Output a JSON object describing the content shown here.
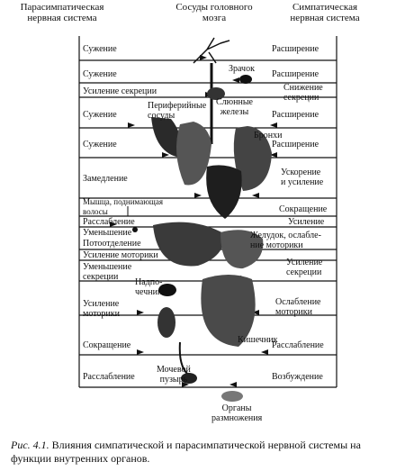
{
  "headers": {
    "left": "Парасимпатическая\nнервная система",
    "center": "Сосуды головного\nмозга",
    "right": "Симпатическая\nнервная система"
  },
  "left_labels": [
    "Сужение",
    "Сужение",
    "Усиление секреции",
    "Сужение",
    "Сужение",
    "Замедление",
    "Мышца, поднимающая\nволосы",
    "Расслабление",
    "Уменьшение",
    "Потоотделение",
    "Усиление моторики",
    "Уменьшение\nсекреции",
    "Усиление\nмоторики",
    "Сокращение",
    "Расслабление"
  ],
  "right_labels": [
    "Расширение",
    "Расширение",
    "Снижение\nсекреции",
    "Расширение",
    "Расширение",
    "Ускорение\nи усиление",
    "Сокращение",
    "Усиление",
    "Желудок, ослабле-\nние моторики",
    "Усиление\nсекреции",
    "Ослабление\nмоторики",
    "Расслабление",
    "Возбуждение"
  ],
  "organ_labels": [
    "Зрачок",
    "Слюнные\nжелезы",
    "Периферийные\nсосуды",
    "Бронхи",
    "Надпо-\nчечники",
    "Кишечник",
    "Мочевой\nпузырь",
    "Органы\nразмножения"
  ],
  "caption": {
    "prefix": "Рис. 4.1.",
    "text": "Влияния симпатической и парасимпатической нервной системы на функции внутренних органов."
  },
  "colors": {
    "ink": "#111111",
    "organ_dark": "#2a2a2a",
    "organ_mid": "#555555",
    "organ_light": "#8a8a8a"
  }
}
